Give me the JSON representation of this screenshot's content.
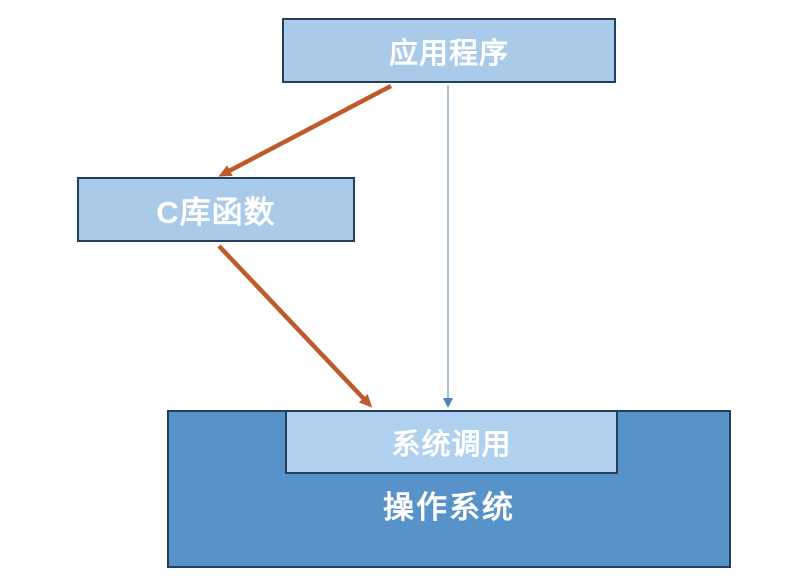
{
  "boxes": {
    "app": {
      "label": "应用程序"
    },
    "clib": {
      "label": "C库函数"
    },
    "syscall": {
      "label": "系统调用"
    },
    "os": {
      "label": "操作系统"
    }
  },
  "arrows": [
    {
      "name": "app-to-clib",
      "from": "应用程序",
      "to": "C库函数",
      "style": "thick-orange"
    },
    {
      "name": "clib-to-syscall",
      "from": "C库函数",
      "to": "系统调用",
      "style": "thick-orange"
    },
    {
      "name": "app-to-syscall",
      "from": "应用程序",
      "to": "系统调用",
      "style": "thin-blue"
    },
    {
      "name": "syscall-to-os",
      "from": "系统调用",
      "to": "操作系统",
      "style": "thick-dark-red"
    }
  ],
  "colors": {
    "background": "#ffffff",
    "light_box_fill": "#a9cbe9",
    "syscall_fill": "#afd0ee",
    "os_fill": "#5793c8",
    "box_border": "#22405e",
    "label_text": "#ffffff",
    "orange_arrow": "#bd5b2c",
    "dark_red_arrow": "#9e3a23",
    "blue_arrow_line": "#7da0ca",
    "blue_arrow_head": "#4f81bd"
  }
}
